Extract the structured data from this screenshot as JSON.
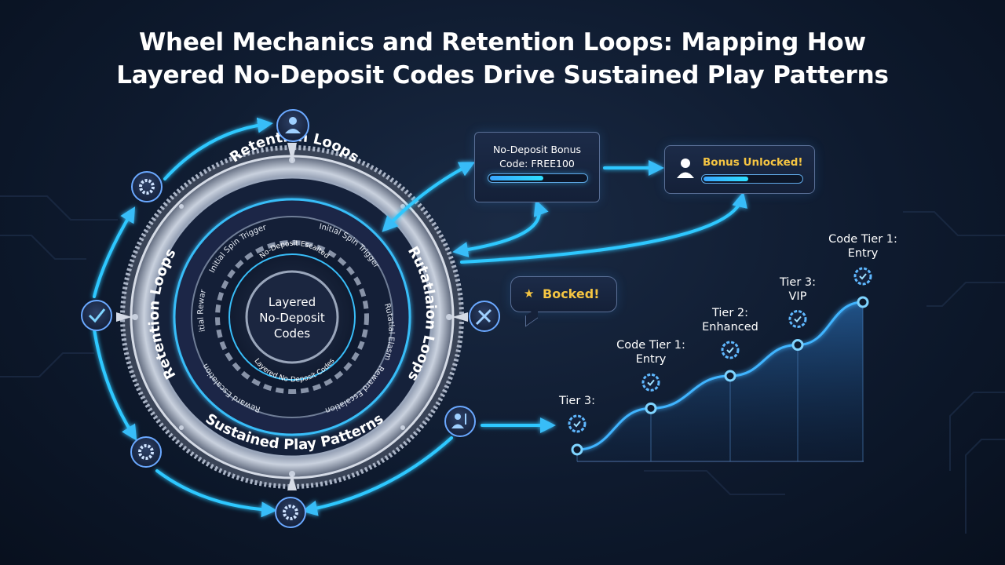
{
  "title": {
    "line1": "Wheel Mechanics and Retention Loops: Mapping How",
    "line2": "Layered No-Deposit Codes Drive Sustained Play Patterns"
  },
  "wheel": {
    "outer_labels": {
      "top": "Retention Loops",
      "left": "Retention Loops",
      "right": "Rutatlaion Loops",
      "bottom": "Sustained Play Patterns"
    },
    "inner_labels": {
      "top_left": "Initial Spin Trigger",
      "top_right": "Initial Spin Trigger",
      "left": "Initial Reward",
      "right": "Rutatlal Elasm",
      "bottom_left": "Reward Escalation",
      "bottom_right": "Reward Escalation"
    },
    "core_labels": {
      "top": "No-Deposit Escalted",
      "bottom": "Layered No-Deposit Codes"
    },
    "center": {
      "line1": "Layered",
      "line2": "No-Deposit",
      "line3": "Codes"
    }
  },
  "loop_nodes": [
    {
      "name": "user-node-top",
      "icon": "user-icon"
    },
    {
      "name": "gear-node-top-left",
      "icon": "gear-icon"
    },
    {
      "name": "check-node-left",
      "icon": "check-icon"
    },
    {
      "name": "gear-node-bottom-left",
      "icon": "gear-icon"
    },
    {
      "name": "gear-node-bottom",
      "icon": "gear-icon"
    },
    {
      "name": "user-node-right",
      "icon": "user-icon"
    },
    {
      "name": "tools-node-right",
      "icon": "tools-icon"
    }
  ],
  "code_card": {
    "line1": "No-Deposit Bonus",
    "line2": "Code: FREE100",
    "progress": 0.55
  },
  "unlock_card": {
    "text": "Bonus Unlocked!",
    "icon": "user-icon",
    "progress": 0.45
  },
  "booked_bubble": {
    "text": "Bocked!",
    "icon": "star-icon"
  },
  "tier_chart": {
    "points": [
      {
        "label": "Tier 3:",
        "level": 0
      },
      {
        "label": "Code Tier 1:\nEntry",
        "level": 0.28
      },
      {
        "label": "Tier 2:\nEnhanced",
        "level": 0.5
      },
      {
        "label": "Tier 3:\nVIP",
        "level": 0.71
      },
      {
        "label": "Code Tier 1:\nEntry",
        "level": 1
      }
    ],
    "colors": {
      "line": "#3fb4ff",
      "fill": "#1d5fa8",
      "accent": "#38bdf8"
    }
  },
  "colors": {
    "accent": "#2ec8ff",
    "background": "#0e1a2e",
    "gold": "#f5c542"
  }
}
